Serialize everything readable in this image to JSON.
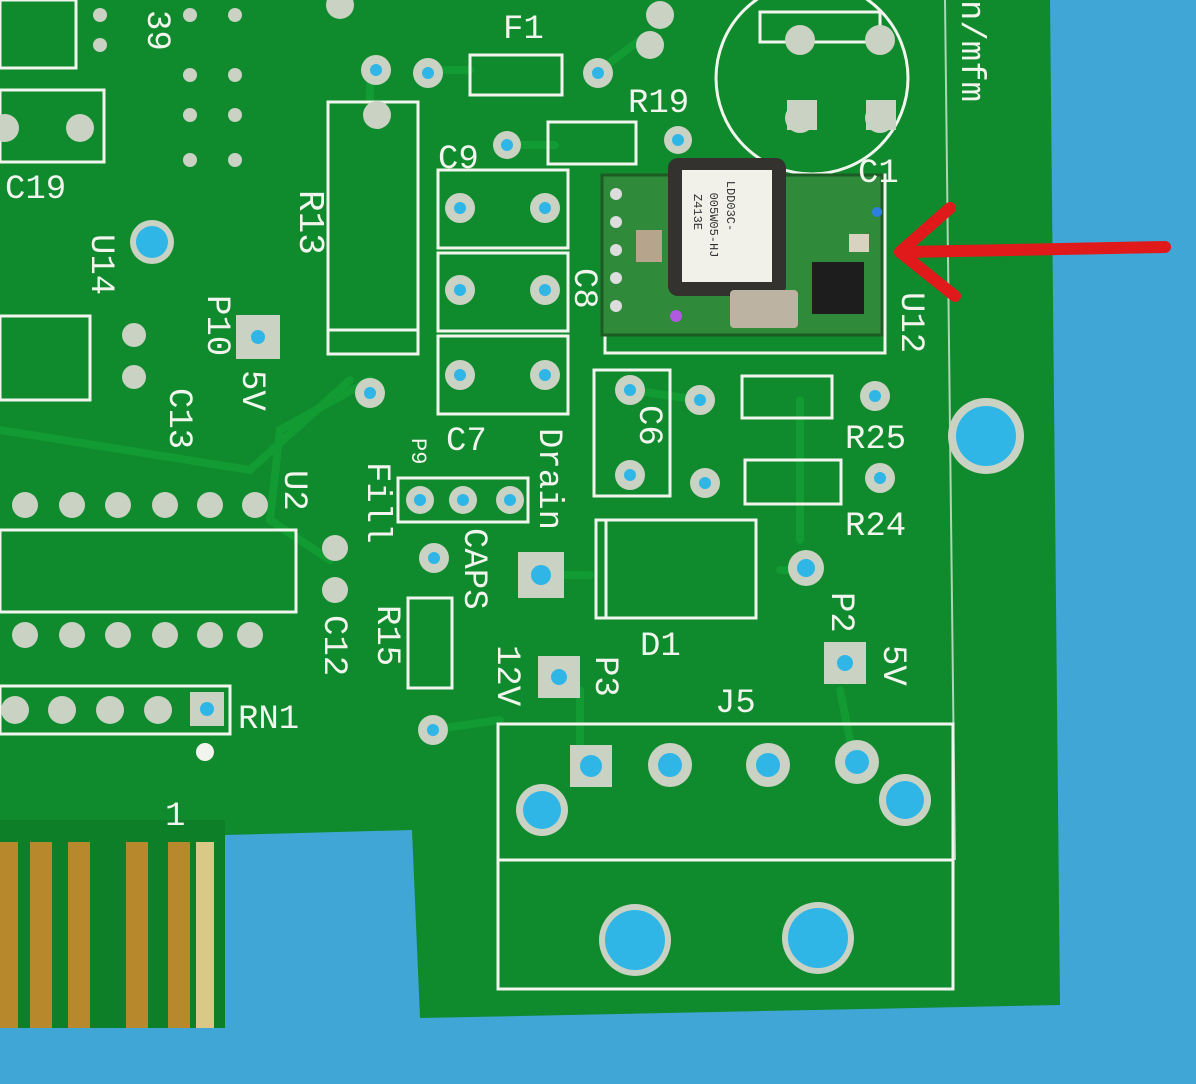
{
  "photo": {
    "colors": {
      "mat": "#3fa6d6",
      "board": "#0f8a2c",
      "board_dark": "#0a6f23",
      "trace": "#129a33",
      "silk": "#f2f5ee",
      "pad": "#c9d2c3",
      "hole": "#2fb6e6",
      "gold": "#b8892c",
      "arrow": "#e01a1a",
      "module": "#2f8a3a"
    },
    "silkscreen": {
      "f1": "F1",
      "r19": "R19",
      "c9": "C9",
      "r13": "R13",
      "c8": "C8",
      "c7": "C7",
      "c6": "C6",
      "r25": "R25",
      "r24": "R24",
      "u12": "U12",
      "c1": "C1",
      "c19": "C19",
      "u14": "U14",
      "p10": "P10",
      "v5_p10": "5V",
      "c13": "C13",
      "p9": "P9",
      "fill": "Fill",
      "drain": "Drain",
      "u2": "U2",
      "caps": "CAPS",
      "r15": "R15",
      "c12": "C12",
      "d1": "D1",
      "p2": "P2",
      "v5_p2": "5V",
      "v12": "12V",
      "p3": "P3",
      "j5": "J5",
      "rn1": "RN1",
      "pin1": "1",
      "n39": "39",
      "mfm": "n/mfm"
    },
    "module_marking": {
      "line1": "LDD03C-",
      "line2": "005W05-HJ",
      "line3": "Z413E"
    }
  }
}
